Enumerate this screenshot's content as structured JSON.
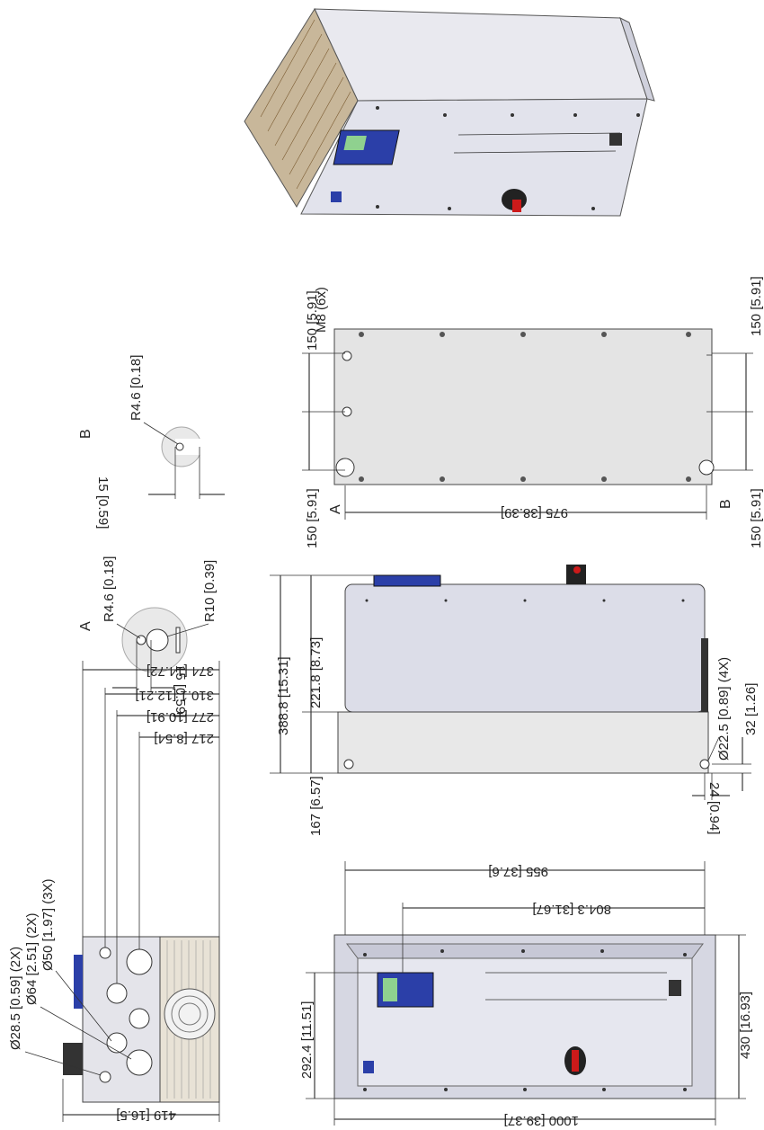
{
  "views": {
    "front": {
      "width": "1000 [39.37]",
      "width_inner": "955 [37.6]",
      "hmi_offset": "804.3 [31.67]",
      "height": "430 [16.93]",
      "hmi_height": "292.4 [11.51]"
    },
    "left": {
      "depth": "419 [16.5]",
      "hole_a": "Ø28.5 [0.59] (2X)",
      "hole_b": "Ø64 [2.51] (2X)",
      "hole_c": "Ø50 [1.97] (3X)",
      "dist_1": "374 [14.72]",
      "dist_2": "310.1 [12.21]",
      "dist_3": "277 [10.91]",
      "dist_4": "217 [8.54]"
    },
    "top": {
      "total_height": "388.8 [15.31]",
      "upper_height": "221.8 [8.73]",
      "lower_height": "167 [6.57]",
      "hole_dia": "Ø22.5 [0.89] (4X)",
      "hole_dy": "32 [1.26]",
      "hole_dx": "24 [0.94]"
    },
    "bottom": {
      "screw": "M8 (6x)",
      "left_1": "150 [5.91]",
      "left_2": "150 [5.91]",
      "right_1": "150 [5.91]",
      "right_2": "150 [5.91]",
      "length": "975 [38.39]",
      "label_a": "A",
      "label_b": "B"
    },
    "detail_a": {
      "title": "A",
      "r_small": "R4.6 [0.18]",
      "r_big": "R10 [0.39]",
      "width": "15 [0.59]"
    },
    "detail_b": {
      "title": "B",
      "r_small": "R4.6 [0.18]",
      "width": "15 [0.59]"
    }
  },
  "colors": {
    "panel": "#dcdde8",
    "panel_dark": "#b9bbcb",
    "hmi_blue": "#2b3fa8",
    "handle_red": "#cc1a1a"
  }
}
